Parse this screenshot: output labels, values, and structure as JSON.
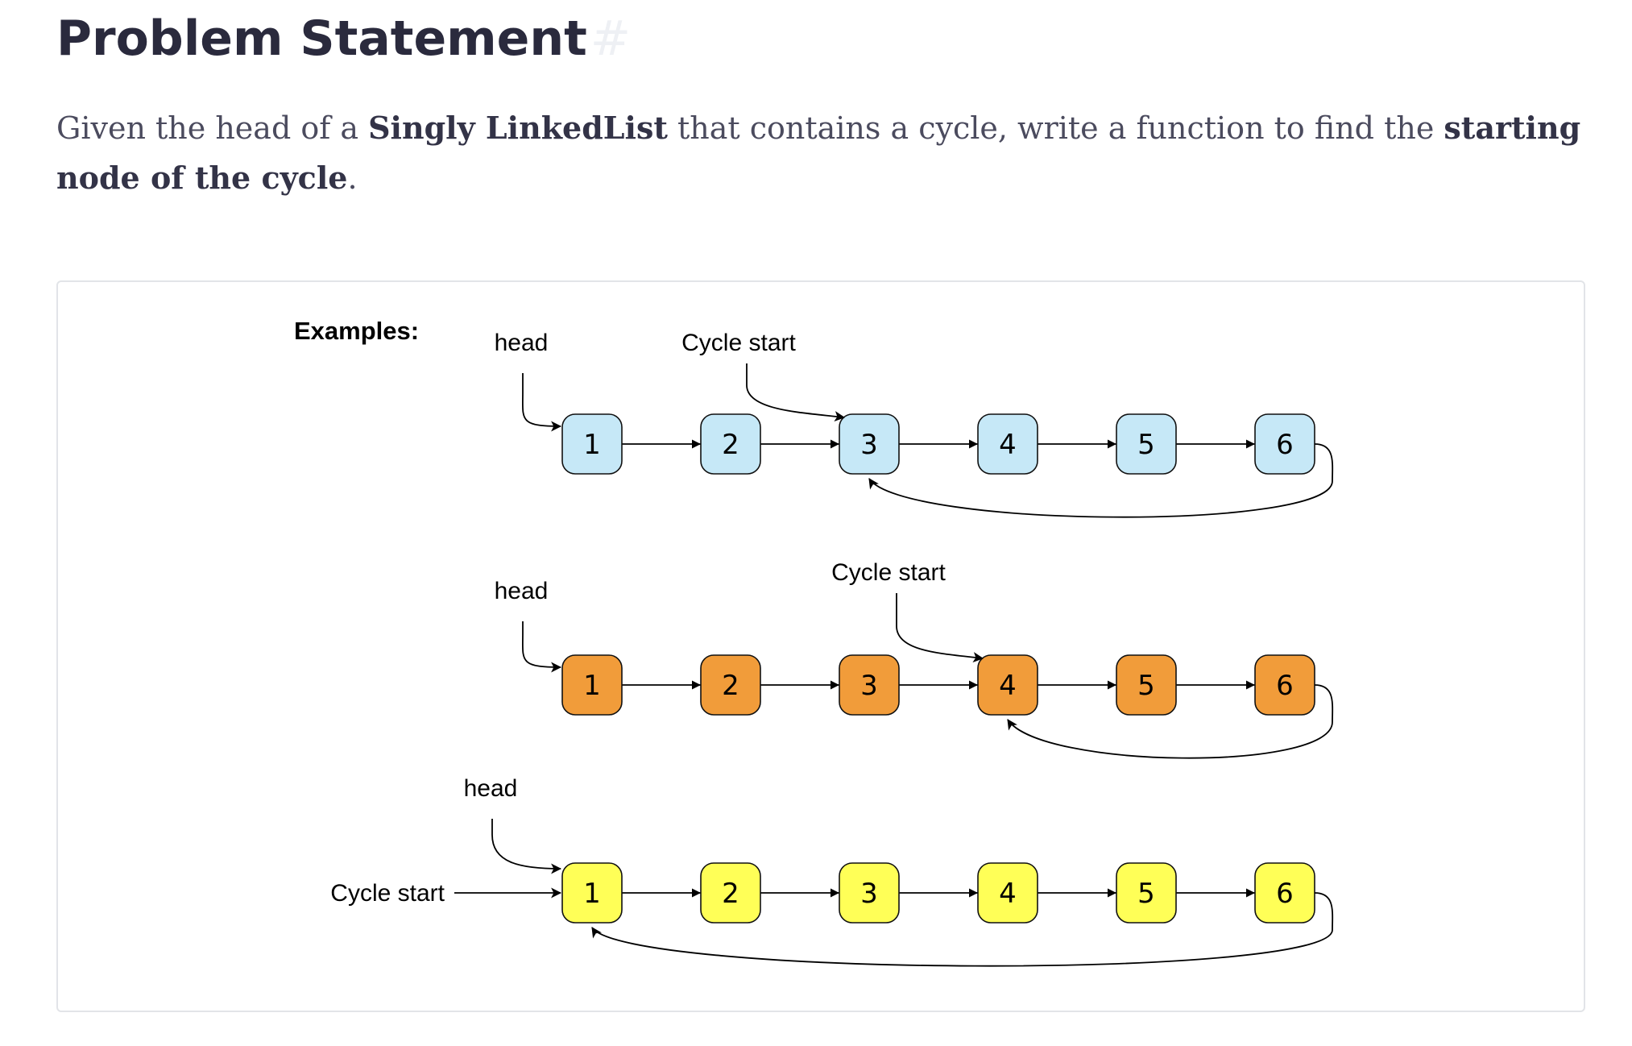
{
  "heading": {
    "title": "Problem Statement",
    "anchor": "#"
  },
  "statement": {
    "t1": "Given the head of a ",
    "b1": "Singly LinkedList",
    "t2": " that contains a cycle, write a function to find the ",
    "b2": "starting node of the cycle",
    "t3": "."
  },
  "figure": {
    "examples_label": "Examples:",
    "head_label": "head",
    "cycle_start_label": "Cycle start",
    "examples": [
      {
        "nodes": [
          "1",
          "2",
          "3",
          "4",
          "5",
          "6"
        ],
        "cycle_start_node": "3",
        "color": "#c6e8f7"
      },
      {
        "nodes": [
          "1",
          "2",
          "3",
          "4",
          "5",
          "6"
        ],
        "cycle_start_node": "4",
        "color": "#f19c3a"
      },
      {
        "nodes": [
          "1",
          "2",
          "3",
          "4",
          "5",
          "6"
        ],
        "cycle_start_node": "1",
        "color": "#ffff57"
      }
    ]
  }
}
